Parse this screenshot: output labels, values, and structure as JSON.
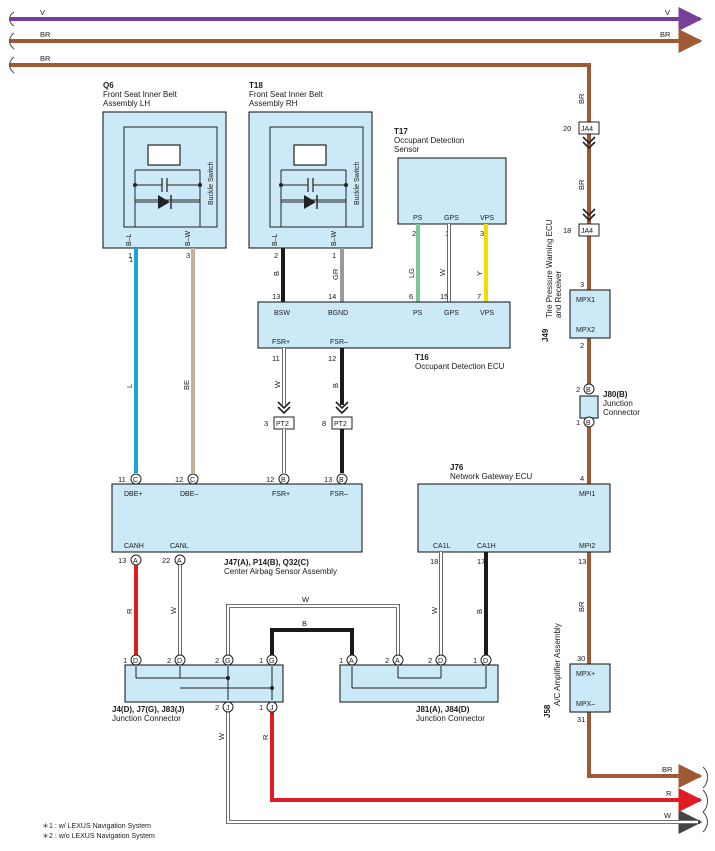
{
  "colors": {
    "V": "#7a3f9a",
    "BR": "#a05a33",
    "L": "#1aa3dc",
    "BE": "#c2b09a",
    "B": "#1a1a1a",
    "GR": "#9a9a9a",
    "LG": "#7cc796",
    "W": "#ffffff",
    "Y": "#f5dc00",
    "R": "#e01b24",
    "box_fill": "#cce9f7"
  },
  "bus_labels": {
    "v_left": "V",
    "v_right": "V",
    "br1_left": "BR",
    "br1_right": "BR",
    "br2_left": "BR"
  },
  "q6": {
    "code": "Q6",
    "name_line1": "Front Seat Inner Belt",
    "name_line2": "Assembly LH",
    "switch_label": "Buckle Switch",
    "term_left": "B–L",
    "term_right": "B–W",
    "pin_left": "1",
    "pin_right": "3"
  },
  "t18": {
    "code": "T18",
    "name_line1": "Front Seat Inner Belt",
    "name_line2": "Assembly RH",
    "switch_label": "Buckle Switch",
    "term_left": "B–L",
    "term_right": "B–W",
    "pin_left": "2",
    "pin_right": "1"
  },
  "t17": {
    "code": "T17",
    "name_line1": "Occupant Detection",
    "name_line2": "Sensor",
    "terms": [
      "PS",
      "GPS",
      "VPS"
    ],
    "pins": [
      "2",
      "1",
      "3"
    ]
  },
  "t16": {
    "code": "T16",
    "name": "Occupant Detection ECU",
    "top_terms": [
      "BSW",
      "BGND",
      "PS",
      "GPS",
      "VPS"
    ],
    "top_pins": [
      "13",
      "14",
      "6",
      "15",
      "7"
    ],
    "bottom_terms": [
      "FSR+",
      "FSR–"
    ],
    "bottom_pins": [
      "11",
      "12"
    ]
  },
  "pt2": {
    "label": "PT2",
    "pin_a": "3",
    "pin_b": "8"
  },
  "ja4": {
    "label": "JA4",
    "pin_top": "20",
    "pin_bottom": "18"
  },
  "j49": {
    "code": "J49",
    "name_line1": "Tire Pressure Warning ECU",
    "name_line2": "and Receiver",
    "term1": "MPX1",
    "term2": "MPX2",
    "pin1": "3",
    "pin2": "2"
  },
  "j80": {
    "code": "J80(B)",
    "name_line1": "Junction",
    "name_line2": "Connector",
    "pin_top": "2",
    "pin_bottom": "1",
    "letter": "B"
  },
  "airbag": {
    "codes": "J47(A), P14(B), Q32(C)",
    "name": "Center Airbag Sensor Assembly",
    "top_terms": [
      "DBE+",
      "DBE–",
      "FSR+",
      "FSR–"
    ],
    "top_pins": [
      "11",
      "12",
      "12",
      "13"
    ],
    "top_letters": [
      "C",
      "C",
      "B",
      "B"
    ],
    "bottom_terms": [
      "CANH",
      "CANL"
    ],
    "bottom_pins": [
      "13",
      "22"
    ],
    "bottom_letters": [
      "A",
      "A"
    ]
  },
  "j76": {
    "code": "J76",
    "name": "Network Gateway ECU",
    "top_term": "MPI1",
    "top_pin": "4",
    "bottom_terms": [
      "CA1L",
      "CA1H",
      "MPI2"
    ],
    "bottom_pins": [
      "18",
      "17",
      "13"
    ]
  },
  "j58": {
    "code": "J58",
    "name": "A/C Amplifier Assembly",
    "term1": "MPX+",
    "term2": "MPX–",
    "pin1": "30",
    "pin2": "31"
  },
  "jc_left": {
    "codes": "J4(D), J7(G), J83(J)",
    "name": "Junction Connector",
    "top_pins": [
      "1",
      "2",
      "2",
      "1"
    ],
    "top_letters": [
      "D",
      "D",
      "G",
      "G"
    ],
    "bottom_pins": [
      "2",
      "1"
    ],
    "bottom_letters": [
      "J",
      "J"
    ]
  },
  "jc_right": {
    "codes": "J81(A), J84(D)",
    "name": "Junction Connector",
    "top_pins": [
      "1",
      "2",
      "2",
      "1"
    ],
    "top_letters": [
      "A",
      "A",
      "D",
      "D"
    ]
  },
  "wire_labels": {
    "q6_l": "L",
    "q6_be": "BE",
    "t18_b": "B",
    "t18_gr": "GR",
    "t17_lg": "LG",
    "t17_w": "W",
    "t17_y": "Y",
    "fsrp_w": "W",
    "fsrm_b": "B",
    "canh_r": "R",
    "canl_w": "W",
    "loop_w": "W",
    "loop_b": "B",
    "ca1l_w": "W",
    "ca1h_b": "B",
    "j_w": "W",
    "j_r": "R",
    "right_br1": "BR",
    "right_br2": "BR",
    "right_br3": "BR",
    "bottom_br": "BR",
    "bottom_r": "R",
    "bottom_w": "W"
  },
  "notes": {
    "note1": "＊1 : w/ LEXUS Navigation System",
    "note2": "＊2 : w/o LEXUS Navigation System"
  }
}
